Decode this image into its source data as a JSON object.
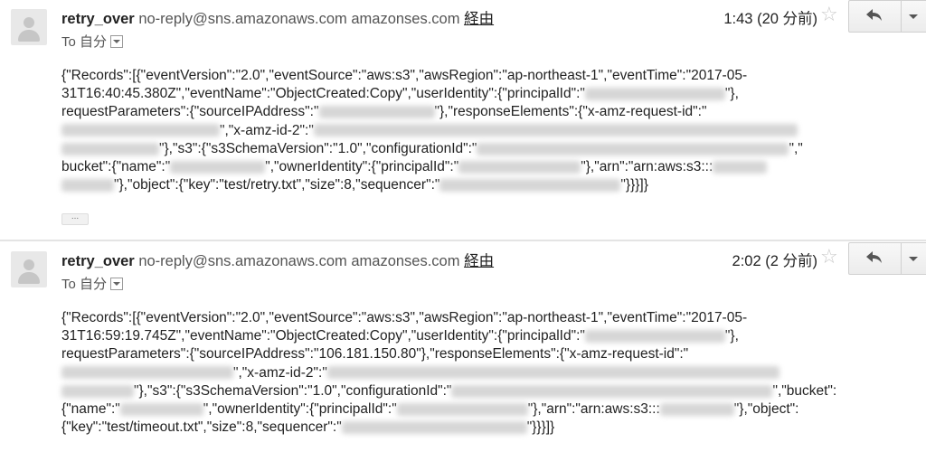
{
  "messages": [
    {
      "sender_name": "retry_over",
      "sender_address": "no-reply@sns.amazonaws.com",
      "via_domain": "amazonses.com",
      "via_label": "経由",
      "time": "1:43 (20 分前)",
      "to_label": "To 自分",
      "body": {
        "l1": "{\"Records\":[{\"eventVersion\":\"2.0\",\"eventSource\":\"aws:s3\",\"awsRegion\":\"ap-northeast-1\",\"eventTime\":\"2017-05-",
        "l2a": "31T16:40:45.380Z\",\"eventName\":\"ObjectCreated:Copy\",\"userIdentity\":{\"principalId\":\"",
        "l2b": "\"},",
        "l3a": "requestParameters\":{\"sourceIPAddress\":\"",
        "l3b": "\"},\"responseElements\":{\"x-amz-request-id\":\"",
        "l4a": "\",\"x-amz-id-2\":\"",
        "l5a": "\"},\"s3\":{\"s3SchemaVersion\":\"1.0\",\"configurationId\":\"",
        "l5b": "\",\"",
        "l6a": "bucket\":{\"name\":\"",
        "l6b": "\",\"ownerIdentity\":{\"principalId\":\"",
        "l6c": "\"},\"arn\":\"arn:aws:s3:::",
        "l7a": "\"},\"object\":{\"key\":\"test/retry.txt\",\"size\":8,\"sequencer\":\"",
        "l7b": "\"}}}]}"
      },
      "show_trimmed_label": "..."
    },
    {
      "sender_name": "retry_over",
      "sender_address": "no-reply@sns.amazonaws.com",
      "via_domain": "amazonses.com",
      "via_label": "経由",
      "time": "2:02 (2 分前)",
      "to_label": "To 自分",
      "body": {
        "l1": "{\"Records\":[{\"eventVersion\":\"2.0\",\"eventSource\":\"aws:s3\",\"awsRegion\":\"ap-northeast-1\",\"eventTime\":\"2017-05-",
        "l2a": "31T16:59:19.745Z\",\"eventName\":\"ObjectCreated:Copy\",\"userIdentity\":{\"principalId\":\"",
        "l2b": "\"},",
        "l3a": "requestParameters\":{\"sourceIPAddress\":\"106.181.150.80\"},\"responseElements\":{\"x-amz-request-id\":\"",
        "l4a": "\",\"x-amz-id-2\":\"",
        "l5a": "\"},\"s3\":{\"s3SchemaVersion\":\"1.0\",\"configurationId\":\"",
        "l5b": "\",\"bucket\":",
        "l6a": "{\"name\":\"",
        "l6b": "\",\"ownerIdentity\":{\"principalId\":\"",
        "l6c": "\"},\"arn\":\"arn:aws:s3:::",
        "l6d": "\"},\"object\":",
        "l7a": "{\"key\":\"test/timeout.txt\",\"size\":8,\"sequencer\":\"",
        "l7b": "\"}}}]}"
      }
    }
  ],
  "icons": {
    "avatar": "default-avatar-icon",
    "star": "star-icon",
    "reply": "reply-arrow-icon",
    "more": "dropdown-arrow-icon"
  }
}
